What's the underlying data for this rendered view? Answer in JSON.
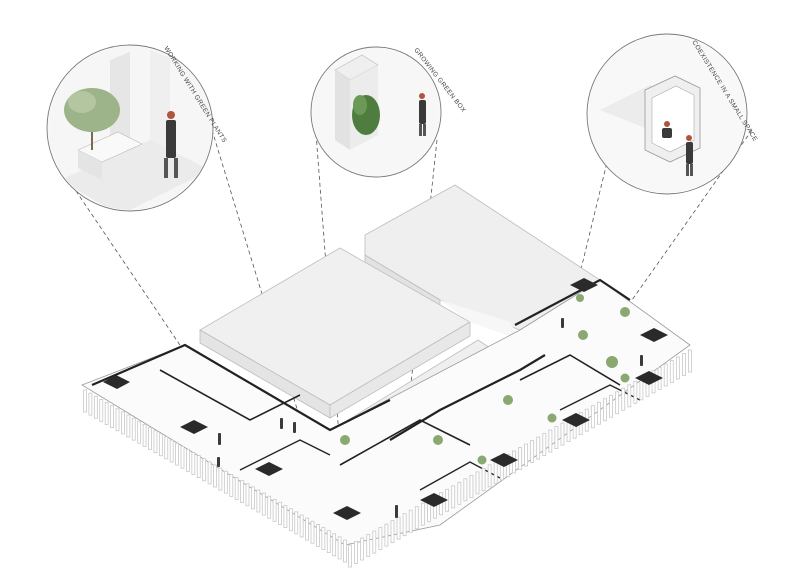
{
  "callouts": [
    {
      "label": "WORKING WITH GREEN PLANTS"
    },
    {
      "label": "GROWING GREEN BOX"
    },
    {
      "label": "COEXISTENCE IN A SMALL SPACE"
    }
  ],
  "colors": {
    "block": "#f0f0f0",
    "wall": "#222222",
    "dark_tile": "#2a2a2a",
    "partition": "#d8d8d8",
    "plant": "#8aa872",
    "person": "#3a3a3a",
    "accent": "#b0543c"
  }
}
